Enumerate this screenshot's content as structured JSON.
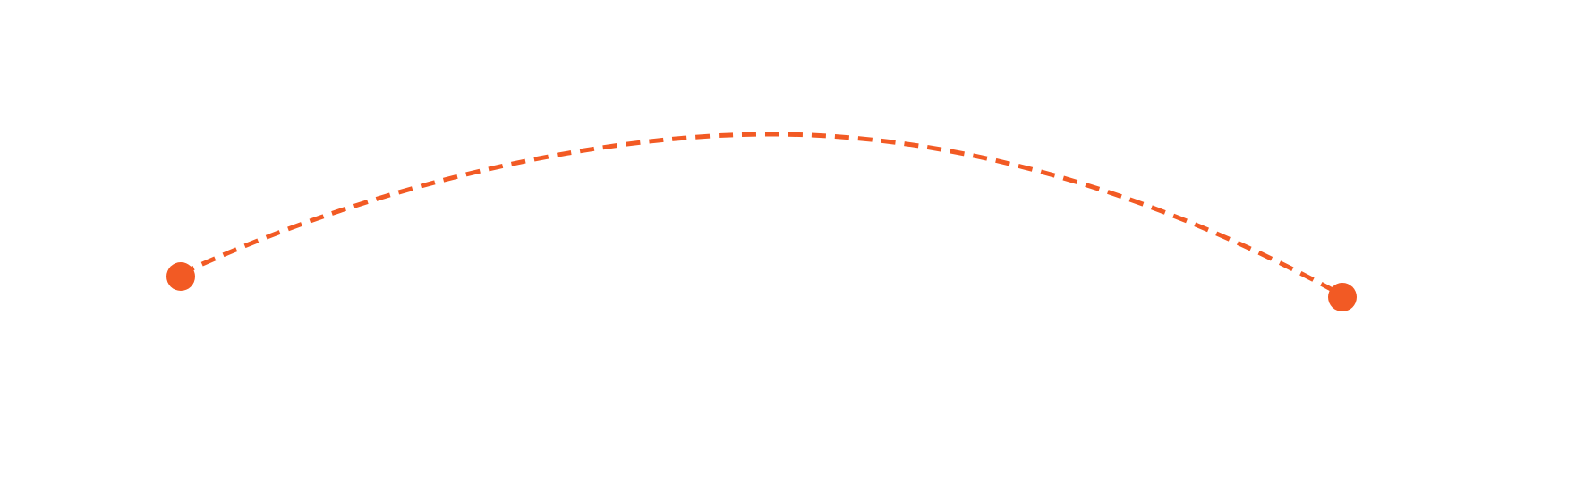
{
  "colors": {
    "background": "#ffffff",
    "accent": "#f25a24"
  },
  "diagram": {
    "type": "dashed-arc-connector",
    "line_style": "dashed",
    "endpoints": [
      {
        "name": "start-point",
        "shape": "filled-circle"
      },
      {
        "name": "end-point",
        "shape": "filled-circle"
      }
    ]
  }
}
